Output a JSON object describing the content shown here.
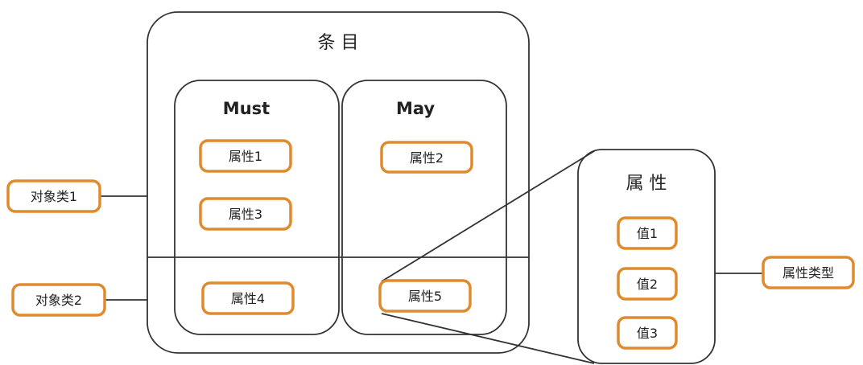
{
  "entry": {
    "title": "条 目",
    "must_label": "Must",
    "may_label": "May"
  },
  "attribute": {
    "title": "属 性",
    "values": [
      "值1",
      "值2",
      "值3"
    ]
  },
  "tags": {
    "must_attr_1": "属性1",
    "must_attr_3": "属性3",
    "must_attr_4": "属性4",
    "may_attr_2": "属性2",
    "may_attr_5": "属性5",
    "object_class_1": "对象类1",
    "object_class_2": "对象类2",
    "attribute_type": "属性类型"
  },
  "colors": {
    "tag_border": "#e08a2e",
    "line": "#333333"
  }
}
